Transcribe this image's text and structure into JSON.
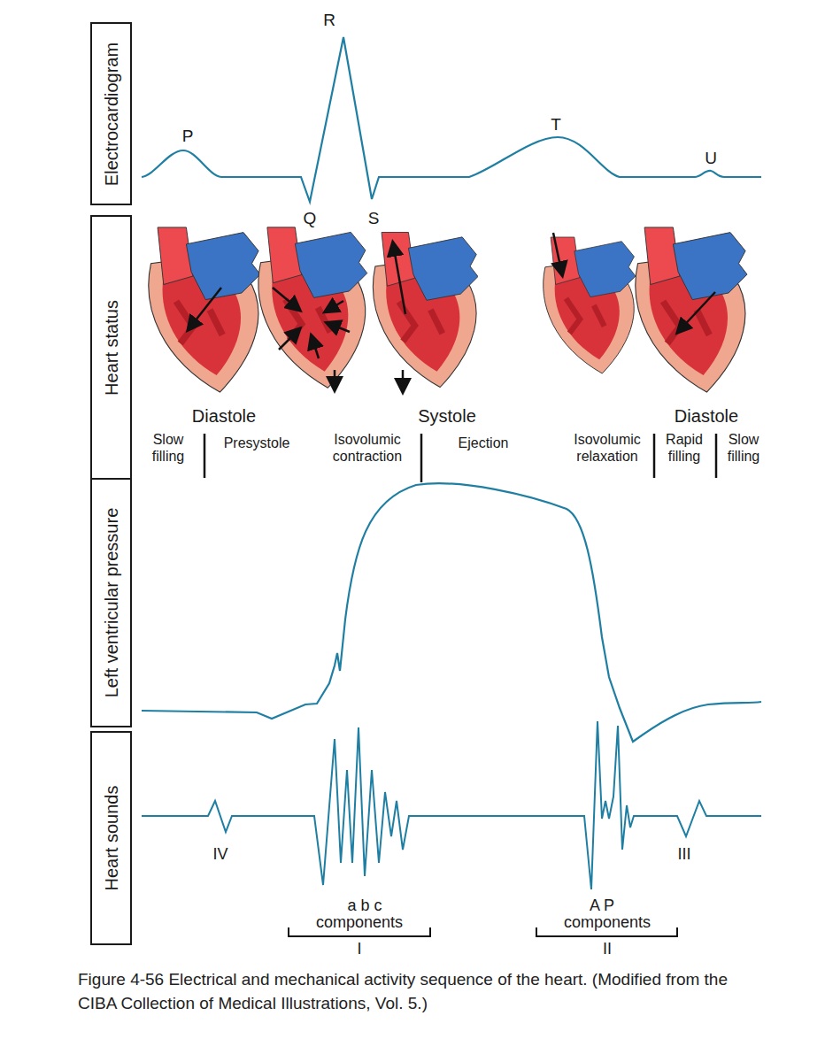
{
  "diagram": {
    "caption": "Figure 4-56 Electrical and mechanical activity sequence of the heart. (Modified from the CIBA Collection of Medical Illustrations, Vol. 5.)",
    "nodes": [
      {
        "text": [
          "Electrocardiogram"
        ]
      },
      {
        "text": [
          "Heart status"
        ]
      },
      {
        "text": [
          "Left ventricular pressure"
        ]
      },
      {
        "text": [
          "Heart sounds"
        ]
      }
    ],
    "labels": [
      "P",
      "R",
      "Q",
      "S",
      "T",
      "U",
      "Diastole",
      "Systole",
      "Diastole",
      "Slow filling",
      "Presystole",
      "Isovolumic contraction",
      "Ejection",
      "Isovolumic relaxation",
      "Rapid filling",
      "Slow filling",
      "IV",
      "a b c",
      "components",
      "I",
      "A P",
      "components",
      "II",
      "III"
    ]
  }
}
